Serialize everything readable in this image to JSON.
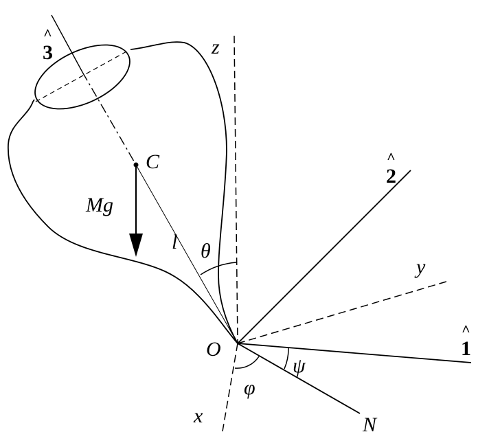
{
  "colors": {
    "ink": "#000000",
    "background": "#ffffff"
  },
  "labels": {
    "axis_3": "3",
    "axis_2": "2",
    "axis_1": "1",
    "hat": "^",
    "z": "z",
    "y": "y",
    "x": "x",
    "N": "N",
    "O": "O",
    "C": "C",
    "Mg": "Mg",
    "l": "l",
    "theta": "θ",
    "phi": "φ",
    "psi": "ψ"
  }
}
